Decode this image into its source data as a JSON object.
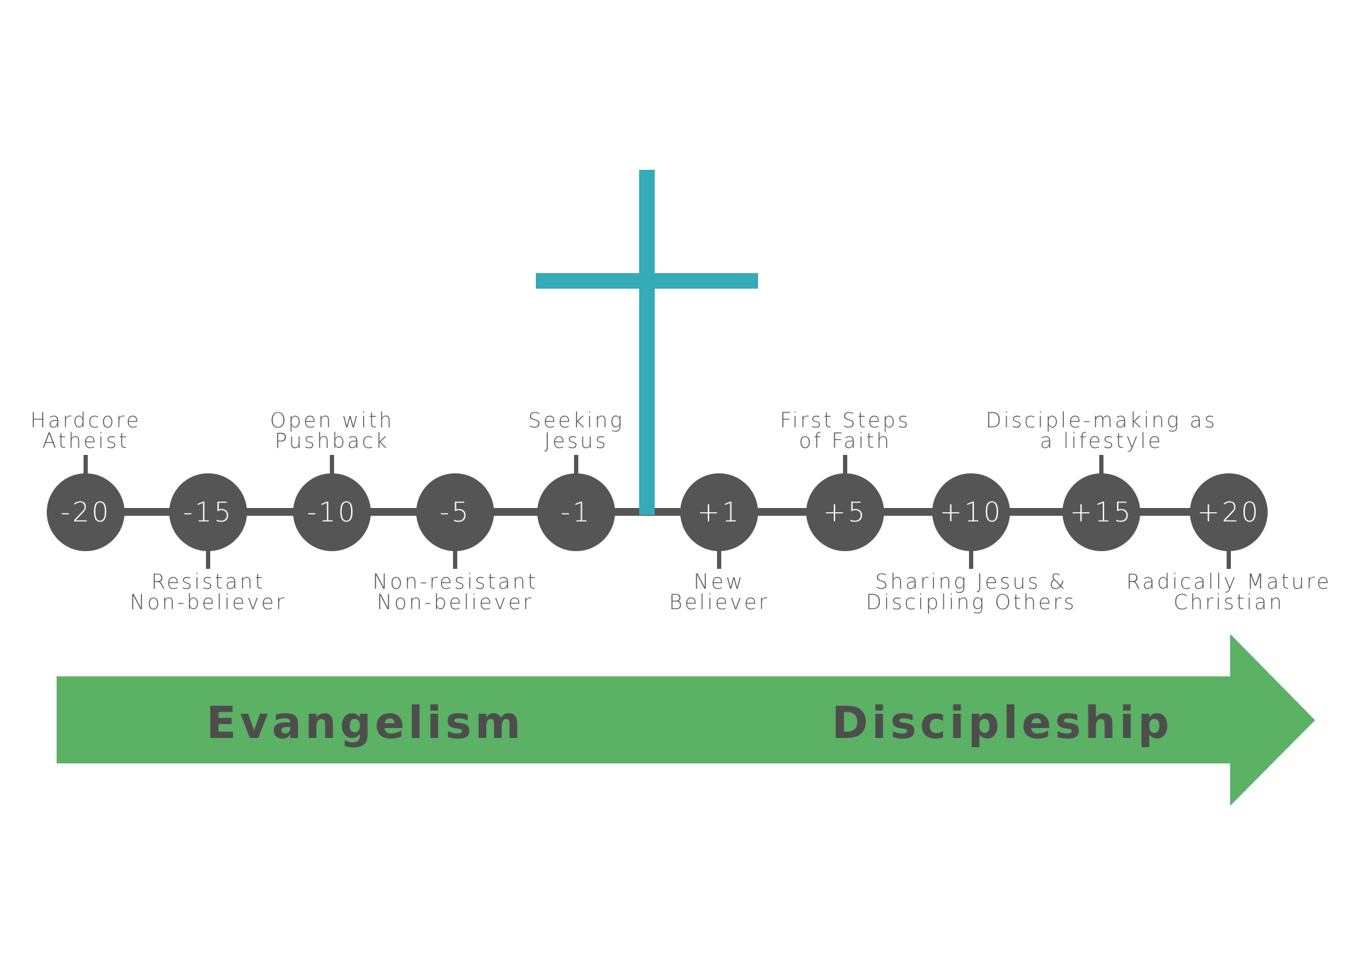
{
  "stages": [
    {
      "value": "-20",
      "label": [
        "Hardcore",
        "Atheist"
      ],
      "position": "up"
    },
    {
      "value": "-15",
      "label": [
        "Resistant",
        "Non-believer"
      ],
      "position": "down"
    },
    {
      "value": "-10",
      "label": [
        "Open with",
        "Pushback"
      ],
      "position": "up"
    },
    {
      "value": "-5",
      "label": [
        "Non-resistant",
        "Non-believer"
      ],
      "position": "down"
    },
    {
      "value": "-1",
      "label": [
        "Seeking",
        "Jesus"
      ],
      "position": "up"
    },
    {
      "value": "+1",
      "label": [
        "New",
        "Believer"
      ],
      "position": "down"
    },
    {
      "value": "+5",
      "label": [
        "First Steps",
        "of Faith"
      ],
      "position": "up"
    },
    {
      "value": "+10",
      "label": [
        "Sharing Jesus &",
        "Discipling Others"
      ],
      "position": "down"
    },
    {
      "value": "+15",
      "label": [
        "Disciple-making as",
        "a lifestyle"
      ],
      "position": "up"
    },
    {
      "value": "+20",
      "label": [
        "Radically Mature",
        "Christian"
      ],
      "position": "down"
    }
  ],
  "arrow": {
    "left_label": "Evangelism",
    "right_label": "Discipleship"
  },
  "colors": {
    "node": "#555555",
    "cross": "#35abb8",
    "arrow": "#5bb264"
  }
}
